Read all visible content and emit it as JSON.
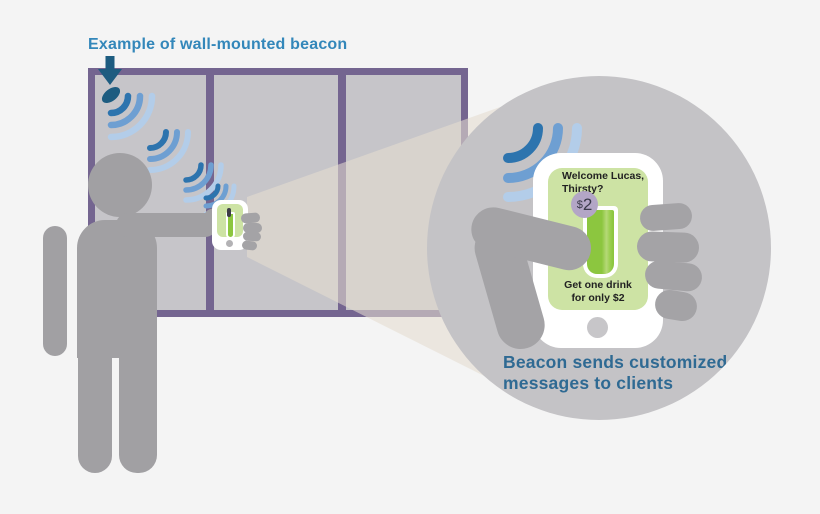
{
  "title": {
    "label": "Example of wall-mounted beacon"
  },
  "magnifier": {
    "caption_line1": "Beacon sends customized",
    "caption_line2": "messages to clients",
    "phone": {
      "greeting_line1": "Welcome Lucas,",
      "greeting_line2": "Thirsty?",
      "badge_currency": "$",
      "badge_amount": "2",
      "offer_line1": "Get one drink",
      "offer_line2": "for only $2"
    }
  },
  "icons": {
    "beacon-icon": "dark navy tilted oval transmitter on wall",
    "down-arrow-icon": "dark teal arrow pointing at beacon",
    "signal-waves-icon": "cascading blue quarter-circle signal arcs",
    "person-icon": "gray human silhouette holding phone",
    "smartphone-icon": "white rounded phone with green screen",
    "drink-glass-icon": "green drink in white glass",
    "hand-icon": "gray hand holding enlarged phone",
    "home-button": "gray circle below screen",
    "price-badge": "lavender circle with price"
  },
  "colors": {
    "background": "#f4f4f4",
    "header_text": "#3387ba",
    "caption_text": "#2f6a93",
    "wall_border_purple": "#746590",
    "wall_panel_gray": "#c6c5c9",
    "person_gray": "#a1a0a3",
    "magnifier_gray": "#c4c3c6",
    "beacon_navy": "#1d5c80",
    "wave_dark_blue": "#2d74ae",
    "wave_medium_blue": "#6e9fd2",
    "wave_light_blue": "#b3cde9",
    "screen_green": "#cde3a4",
    "drink_green": "#8cc63f",
    "badge_lavender": "#b3a6c6",
    "beam_beige": "#e6dcd0"
  }
}
